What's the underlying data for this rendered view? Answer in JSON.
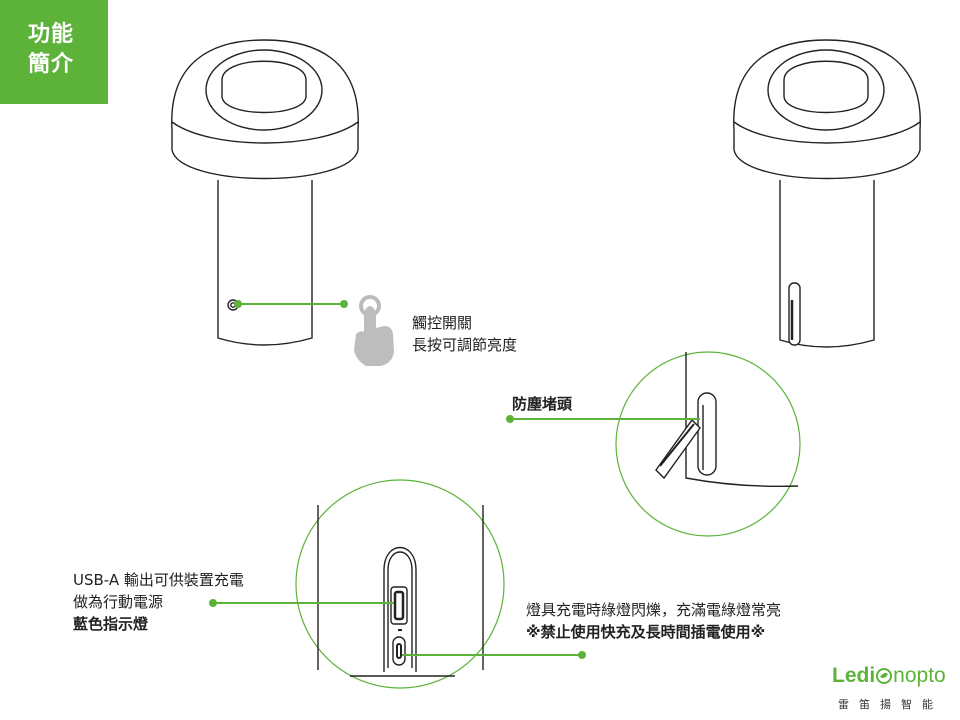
{
  "badge": {
    "line1": "功能",
    "line2": "簡介"
  },
  "touch": {
    "line1": "觸控開關",
    "line2": "長按可調節亮度"
  },
  "dust": {
    "label": "防塵堵頭"
  },
  "usb": {
    "line1": "USB-A 輸出可供裝置充電",
    "line2": "做為行動電源",
    "line3": "藍色指示燈"
  },
  "charge": {
    "line1": "燈具充電時綠燈閃爍，充滿電綠燈常亮",
    "line2": "※禁止使用快充及長時間插電使用※"
  },
  "logo": {
    "bold_part": "Ledi",
    "light_part": "nopto",
    "subtitle": "雷笛揚智能"
  },
  "colors": {
    "accent": "#5db33a",
    "line": "#222222"
  },
  "icons": [
    "hand-pointer-icon",
    "leaf-icon"
  ]
}
